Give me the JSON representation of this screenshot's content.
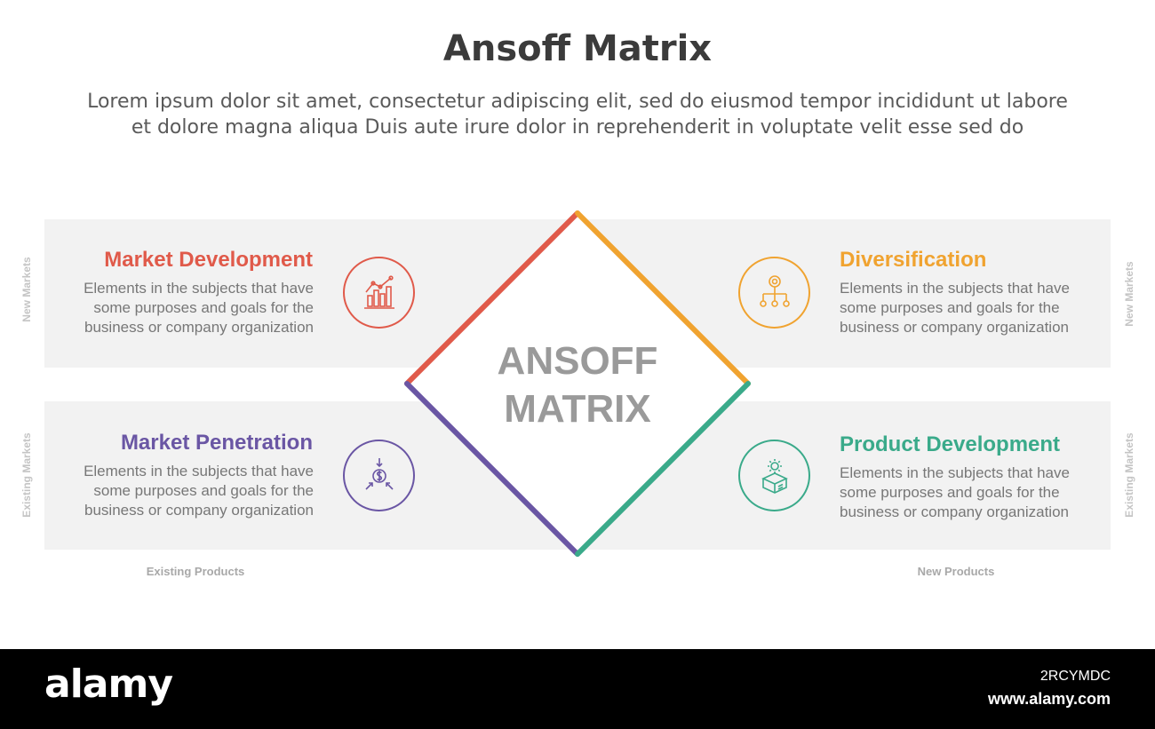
{
  "header": {
    "title": "Ansoff Matrix",
    "subtitle_line1": "Lorem ipsum dolor sit amet, consectetur adipiscing elit, sed do eiusmod tempor incididunt ut labore",
    "subtitle_line2": "et dolore magna aliqua Duis aute irure dolor in reprehenderit in voluptate velit esse sed do"
  },
  "center": {
    "line1": "ANSOFF",
    "line2": "MATRIX"
  },
  "axes": {
    "left_top": "New Markets",
    "left_bottom": "Existing Markets",
    "right_top": "New Markets",
    "right_bottom": "Existing Markets",
    "bottom_left": "Existing Products",
    "bottom_right": "New Products"
  },
  "quadrants": [
    {
      "title": "Market Development",
      "desc_line1": "Elements in the subjects that have",
      "desc_line2": "some purposes and goals for the",
      "desc_line3": "business or company organization",
      "color": "#e05a4a",
      "icon": "bar-chart-icon"
    },
    {
      "title": "Diversification",
      "desc_line1": "Elements in the subjects that have",
      "desc_line2": "some purposes and goals for the",
      "desc_line3": "business or company organization",
      "color": "#f0a330",
      "icon": "hierarchy-icon"
    },
    {
      "title": "Market Penetration",
      "desc_line1": "Elements in the subjects that have",
      "desc_line2": "some purposes and goals for the",
      "desc_line3": "business or company organization",
      "color": "#6a56a4",
      "icon": "money-inflow-icon"
    },
    {
      "title": "Product Development",
      "desc_line1": "Elements in the subjects that have",
      "desc_line2": "some purposes and goals for the",
      "desc_line3": "business or company organization",
      "color": "#3aaa8a",
      "icon": "gear-box-icon"
    }
  ],
  "footer": {
    "logo": "alamy",
    "image_id": "2RCYMDC",
    "url": "www.alamy.com"
  }
}
